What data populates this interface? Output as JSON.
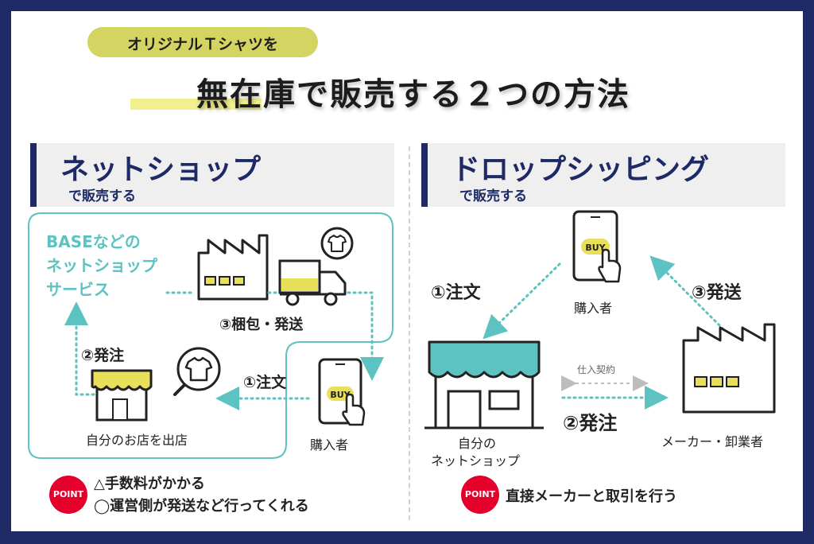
{
  "header": {
    "pill_text": "オリジナルＴシャツを",
    "title": "無在庫で販売する２つの方法"
  },
  "left": {
    "title": "ネットショップ",
    "subtitle": "で販売する",
    "platform_label_1": "BASEなどの",
    "platform_label_2": "ネットショップ",
    "platform_label_3": "サービス",
    "step3_label": "③梱包・発送",
    "step2_label": "②発注",
    "step1_label": "①注文",
    "shop_label": "自分のお店を出店",
    "buyer_label": "購入者",
    "buy_button": "BUY",
    "point_badge": "POINT",
    "point_line1": "△手数料がかかる",
    "point_line2": "◯運営側が発送など行ってくれる"
  },
  "right": {
    "title": "ドロップシッピング",
    "subtitle": "で販売する",
    "buyer_label": "購入者",
    "buy_button": "BUY",
    "step1_label": "①注文",
    "step3_label": "③発送",
    "contract_label": "仕入契約",
    "step2_label": "②発注",
    "shop_label_1": "自分の",
    "shop_label_2": "ネットショップ",
    "maker_label": "メーカー・卸業者",
    "point_badge": "POINT",
    "point_text": "直接メーカーと取引を行う"
  },
  "colors": {
    "navy": "#1e2a66",
    "teal": "#5cc2c2",
    "yellow": "#e8df5a",
    "red": "#e4002b"
  }
}
